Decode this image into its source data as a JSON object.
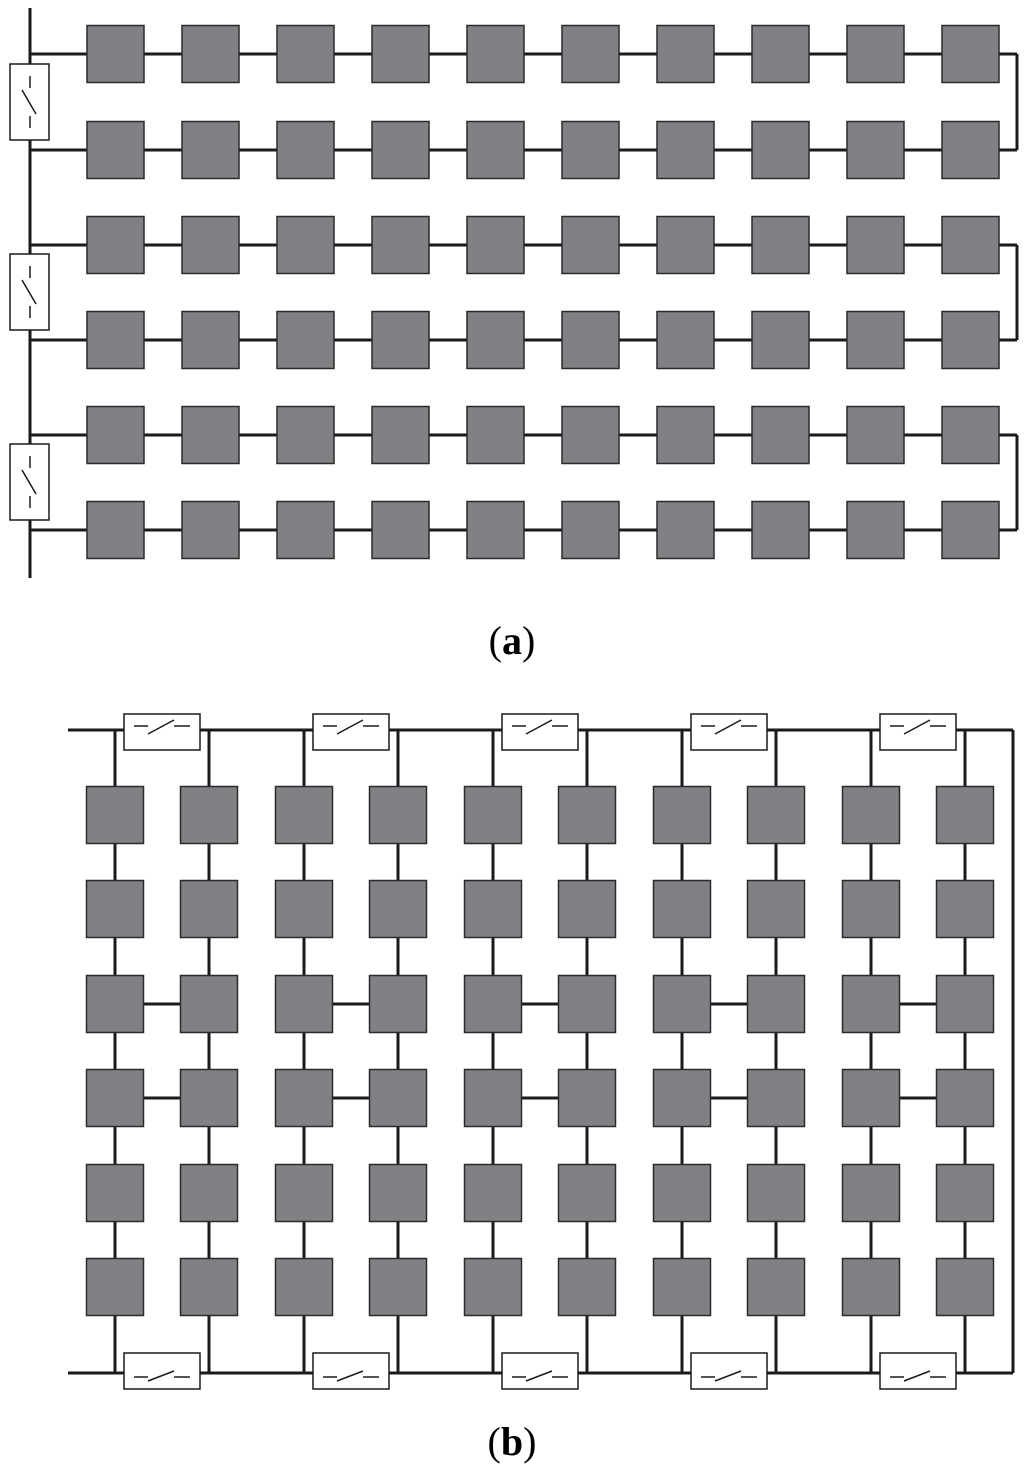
{
  "captions": {
    "a": {
      "open": "(",
      "letter": "a",
      "close": ")"
    },
    "b": {
      "open": "(",
      "letter": "b",
      "close": ")"
    }
  },
  "colors": {
    "module_fill": "#808185",
    "module_stroke": "#2a2a2a",
    "wire": "#1a1a1a",
    "switch_fill": "#ffffff"
  },
  "diagram_a": {
    "rows": 6,
    "modules_per_row": 10,
    "switches": 3
  },
  "diagram_b": {
    "column_pairs": 5,
    "modules_per_column": 6,
    "top_switches": 5,
    "bottom_switches": 5
  }
}
